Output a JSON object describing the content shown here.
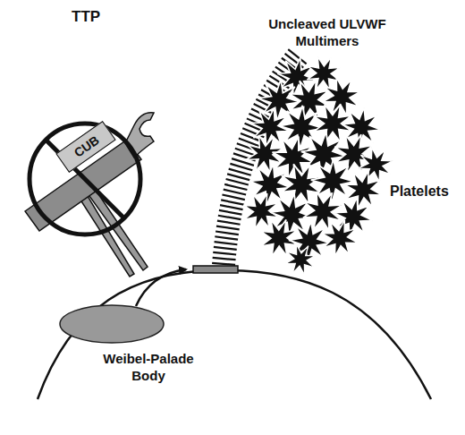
{
  "diagram": {
    "title": "TTP",
    "nodes": [
      {
        "text": [
          "CUB"
        ]
      },
      {
        "text": [
          "Weibel-Palade Body"
        ]
      }
    ],
    "labels": [
      "Uncleaved ULVWF Multimers",
      "Platelets"
    ]
  }
}
